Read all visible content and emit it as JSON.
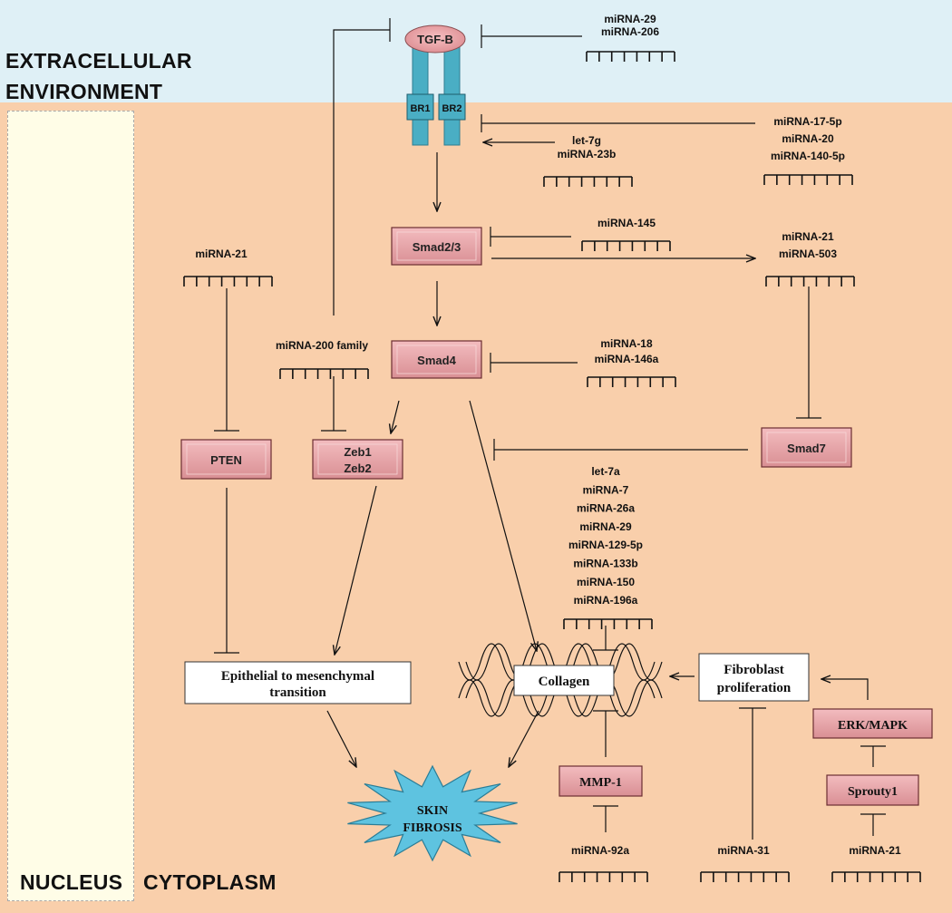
{
  "regions": {
    "extracellular": "EXTRACELLULAR",
    "environment": "ENVIRONMENT",
    "nucleus": "NUCLEUS",
    "cytoplasm": "CYTOPLASM"
  },
  "receptor": {
    "ligand": "TGF-B",
    "br1": "BR1",
    "br2": "BR2"
  },
  "nodes": {
    "smad23": "Smad2/3",
    "smad4": "Smad4",
    "smad7": "Smad7",
    "pten": "PTEN",
    "zeb1": "Zeb1",
    "zeb2": "Zeb2",
    "erk": "ERK/MAPK",
    "sprouty": "Sprouty1",
    "mmp1": "MMP-1",
    "collagen": "Collagen",
    "emt_line1": "Epithelial to mesenchymal",
    "emt_line2": "transition",
    "fib_line1": "Fibroblast",
    "fib_line2": "proliferation",
    "skin_line1": "SKIN",
    "skin_line2": "FIBROSIS"
  },
  "mirnas": {
    "mir29_206": [
      "miRNA-29",
      "miRNA-206"
    ],
    "mir17_20_140": [
      "miRNA-17-5p",
      "miRNA-20",
      "miRNA-140-5p"
    ],
    "let7g_23b": [
      "let-7g",
      "miRNA-23b"
    ],
    "mir145": [
      "miRNA-145"
    ],
    "mir21_503": [
      "miRNA-21",
      "miRNA-503"
    ],
    "mir21_pten": [
      "miRNA-21"
    ],
    "mir200": [
      "miRNA-200 family"
    ],
    "mir18_146a": [
      "miRNA-18",
      "miRNA-146a"
    ],
    "collagen_mirs": [
      "let-7a",
      "miRNA-7",
      "miRNA-26a",
      "miRNA-29",
      "miRNA-129-5p",
      "miRNA-133b",
      "miRNA-150",
      "miRNA-196a"
    ],
    "mir92a": [
      "miRNA-92a"
    ],
    "mir31": [
      "miRNA-31"
    ],
    "mir21_sprouty": [
      "miRNA-21"
    ]
  },
  "colors": {
    "extracellular": "#dff0f6",
    "cytoplasm": "#f9cfab",
    "nucleus": "#fffde7",
    "node_fill": "#e8a0a4",
    "receptor": "#4aaec4",
    "star": "#5ec3e0"
  }
}
